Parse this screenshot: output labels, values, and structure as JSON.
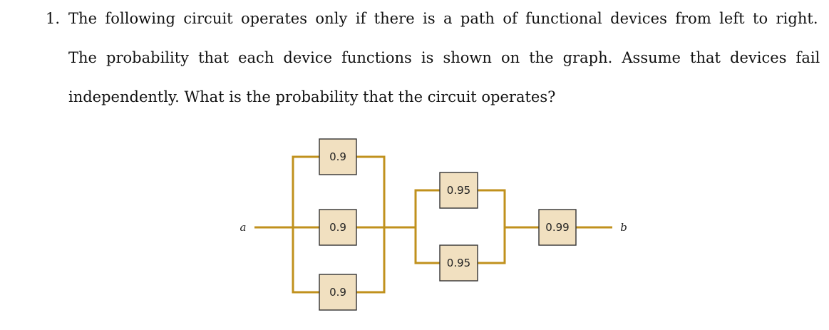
{
  "problem": {
    "number": "1.",
    "line1": "The following circuit operates only if there is a path of functional devices from left to right.",
    "line2": "The probability that each device functions is shown on the graph.  Assume that devices fail",
    "line3": "independently. What is the probability that the circuit operates?"
  },
  "circuit": {
    "terminal_left": "a",
    "terminal_right": "b",
    "wire_color": "#c0911d",
    "box_color": "#f1e0c0",
    "stage1": {
      "top": "0.9",
      "middle": "0.9",
      "bottom": "0.9"
    },
    "stage2": {
      "top": "0.95",
      "bottom": "0.95"
    },
    "stage3": {
      "single": "0.99"
    }
  }
}
